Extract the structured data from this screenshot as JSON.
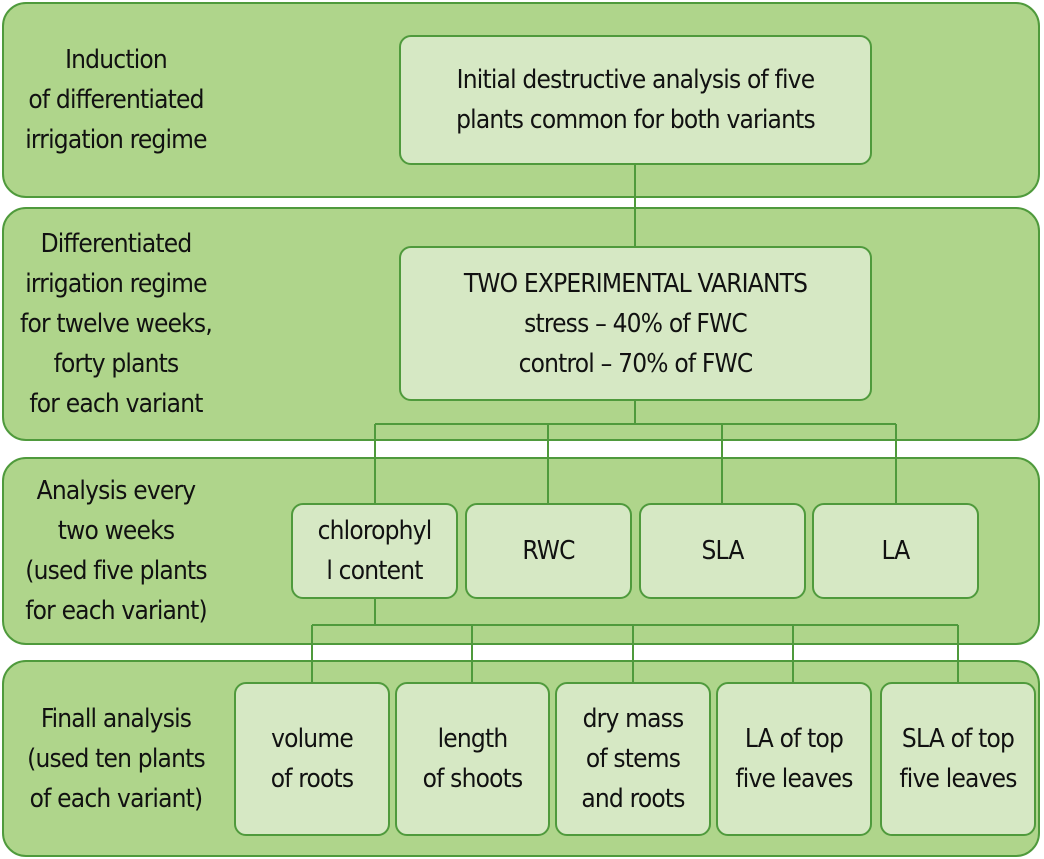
{
  "stages": [
    {
      "label": "Induction\nof differentiated\nirrigation regime"
    },
    {
      "label": "Differentiated\nirrigation regime\nfor twelve weeks,\nforty plants\nfor each variant"
    },
    {
      "label": "Analysis every\ntwo weeks\n(used five plants\nfor each variant)"
    },
    {
      "label": "Finall analysis\n(used ten plants\nof each variant)"
    }
  ],
  "initial_box": "Initial destructive analysis of five\nplants common for both variants",
  "variants_box": "TWO EXPERIMENTAL VARIANTS\nstress – 40% of FWC\ncontrol – 70% of FWC",
  "biweekly": [
    "chlorophyl\nl content",
    "RWC",
    "SLA",
    "LA"
  ],
  "final": [
    "volume\nof roots",
    "length\nof shoots",
    "dry mass\nof stems\nand roots",
    "LA of top\nfive leaves",
    "SLA of top\nfive leaves"
  ],
  "colors": {
    "band": "#afd58b",
    "box": "#d6e8c4",
    "stroke": "#4f9a3c"
  }
}
